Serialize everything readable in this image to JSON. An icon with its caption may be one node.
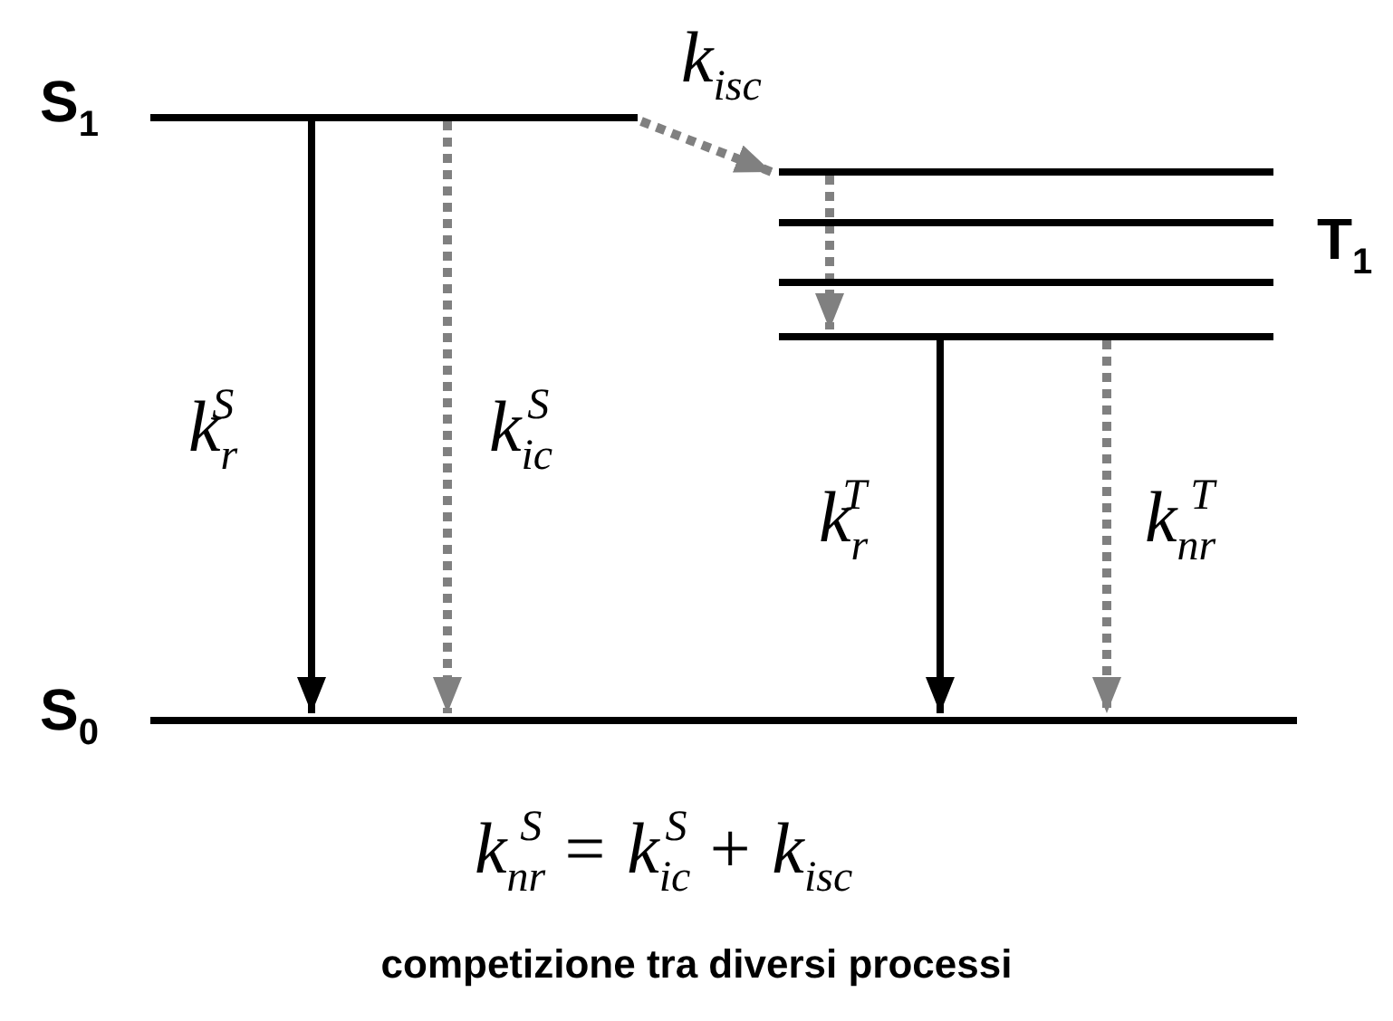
{
  "diagram": {
    "caption": "competizione tra diversi processi",
    "nodes": [
      {
        "text": [],
        "shape": "bar",
        "beside": [
          "S$_{1}$"
        ]
      },
      {
        "text": [],
        "shape": "bar"
      },
      {
        "text": [],
        "shape": "bar"
      },
      {
        "text": [],
        "shape": "bar"
      },
      {
        "text": [],
        "shape": "bar"
      },
      {
        "text": [],
        "shape": "bar",
        "beside": [
          "S$_{0}$"
        ]
      }
    ],
    "edges": [
      {
        "from": 0,
        "to": 5,
        "arrow": "to",
        "label": "k$_{r}$$^{S}$",
        "color": "#000000"
      },
      {
        "from": 0,
        "to": 5,
        "arrow": "to",
        "label": "k$_{ic}$$^{S}$",
        "style": "dashed",
        "color": "#808080"
      },
      {
        "from": 0,
        "to": 1,
        "arrow": "to",
        "label": "k$_{isc}$",
        "style": "dashed",
        "color": "#808080"
      },
      {
        "from": 1,
        "to": 4,
        "arrow": "to",
        "style": "dashed",
        "color": "#808080"
      },
      {
        "from": 4,
        "to": 5,
        "arrow": "to",
        "label": "k$_{r}$$^{T}$",
        "color": "#000000"
      },
      {
        "from": 4,
        "to": 5,
        "arrow": "to",
        "label": "k$_{nr}$$^{T}$",
        "style": "dashed",
        "color": "#808080"
      }
    ],
    "labels": [
      "T$_{1}$",
      "k$_{nr}$$^{S}$ = k$_{ic}$$^{S}$ + k$_{isc}$"
    ]
  }
}
